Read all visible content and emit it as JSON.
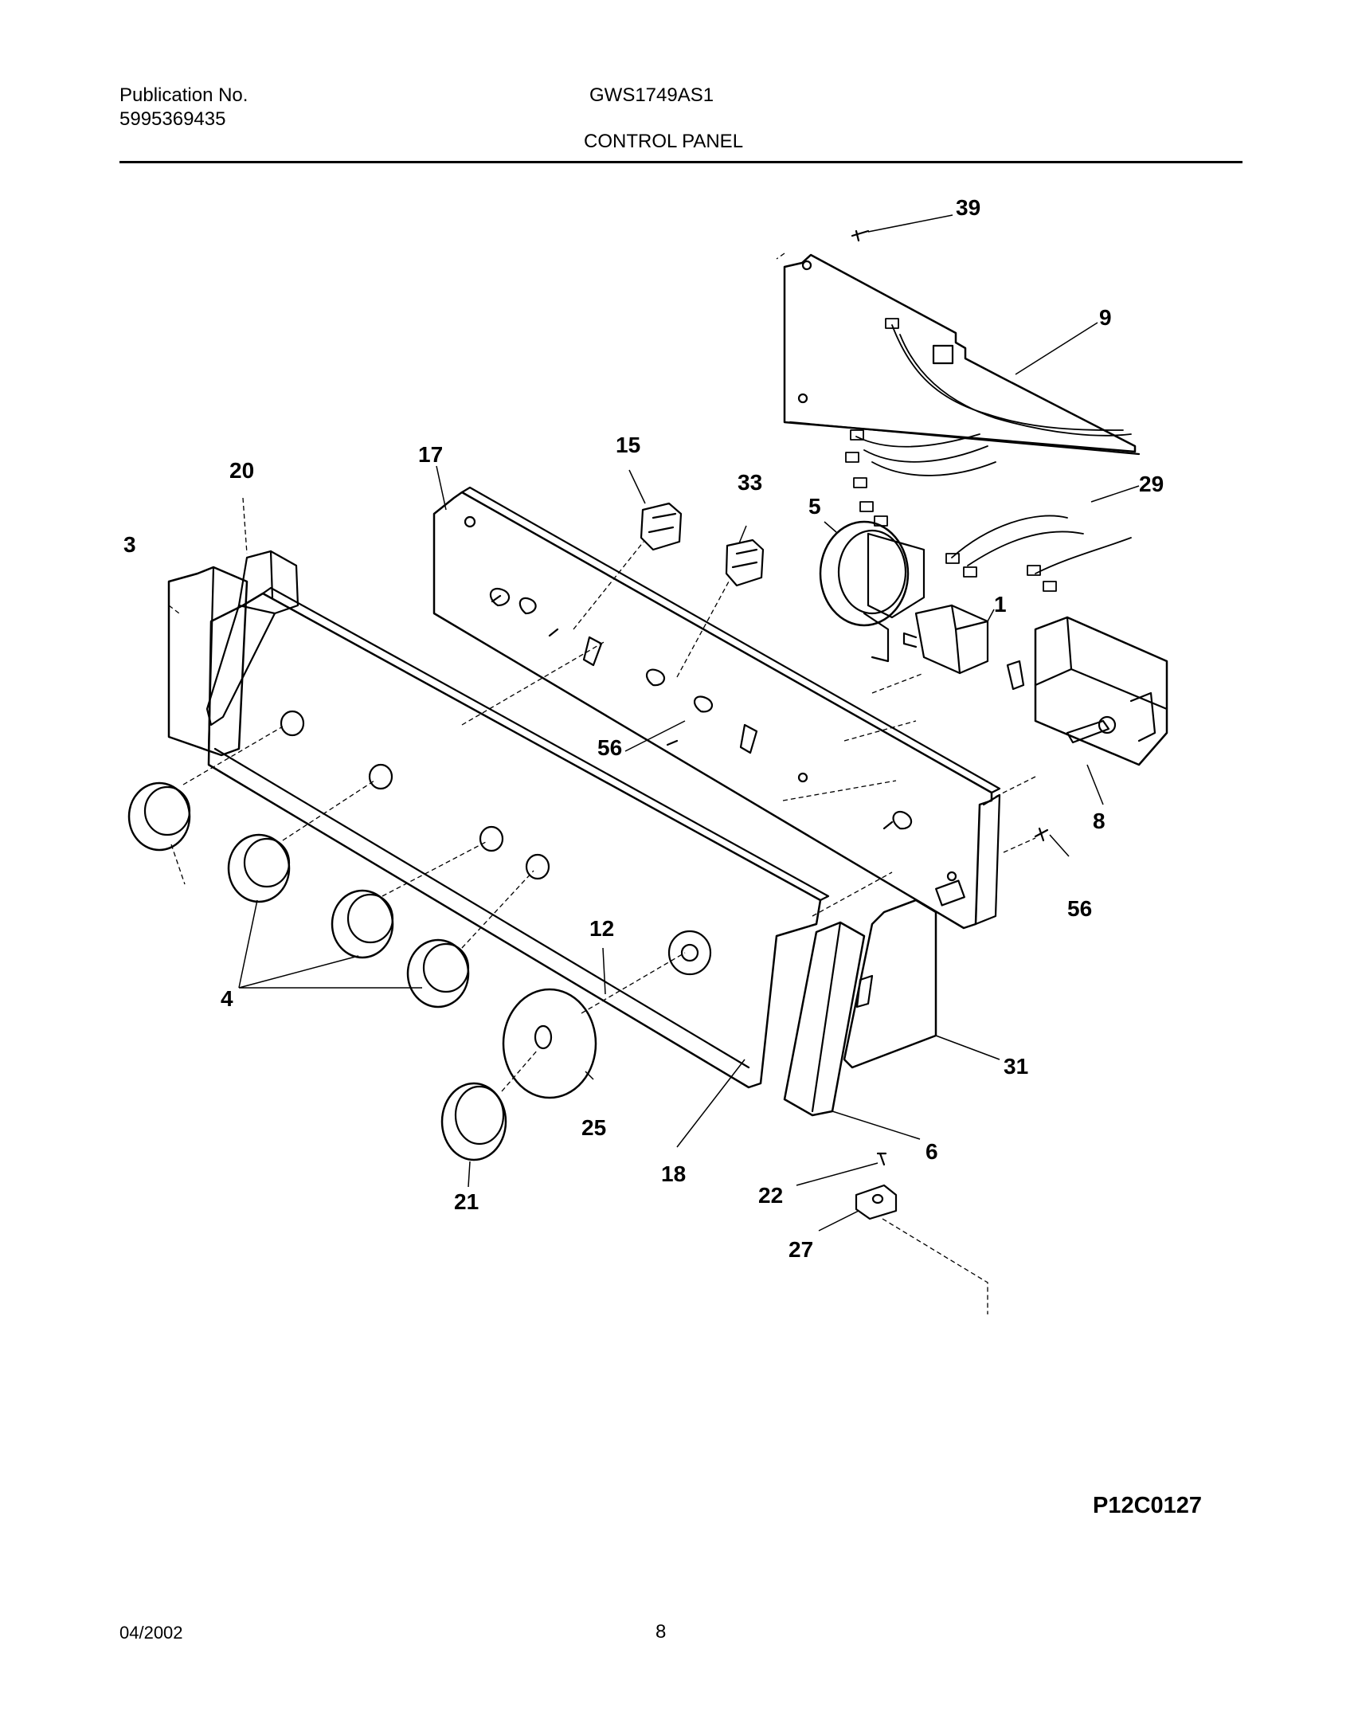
{
  "header": {
    "publication_label": "Publication No.",
    "publication_number": "5995369435",
    "model": "GWS1749AS1",
    "section_title": "CONTROL PANEL"
  },
  "diagram": {
    "callouts": [
      "39",
      "9",
      "29",
      "17",
      "15",
      "33",
      "5",
      "20",
      "3",
      "1",
      "8",
      "56",
      "56",
      "12",
      "4",
      "25",
      "21",
      "18",
      "31",
      "6",
      "22",
      "27"
    ]
  },
  "footer": {
    "drawing_code": "P12C0127",
    "date": "04/2002",
    "page_number": "8"
  }
}
